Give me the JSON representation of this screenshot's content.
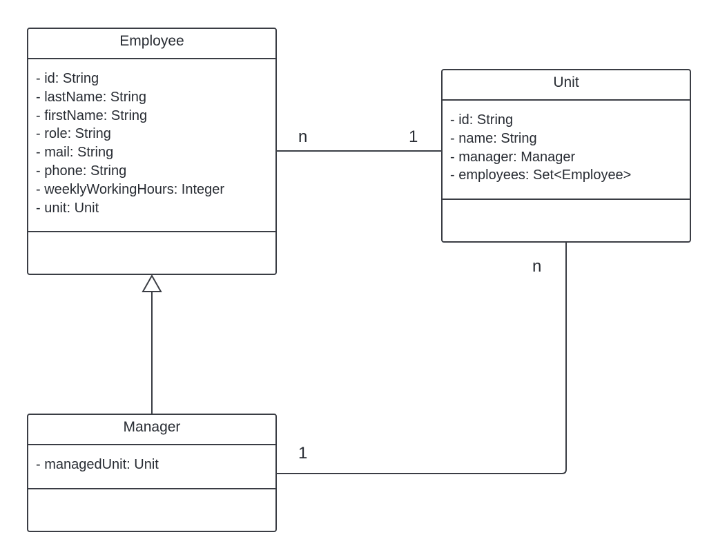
{
  "classes": {
    "employee": {
      "name": "Employee",
      "attributes": [
        "- id: String",
        "- lastName: String",
        "- firstName: String",
        "- role: String",
        "- mail: String",
        "- phone: String",
        "- weeklyWorkingHours: Integer",
        "- unit: Unit"
      ]
    },
    "unit": {
      "name": "Unit",
      "attributes": [
        "- id: String",
        "- name: String",
        "- manager: Manager",
        "- employees: Set<Employee>"
      ]
    },
    "manager": {
      "name": "Manager",
      "attributes": [
        "- managedUnit: Unit"
      ]
    }
  },
  "relationships": {
    "employee_unit": {
      "employee_end": "n",
      "unit_end": "1"
    },
    "manager_unit": {
      "manager_end": "1",
      "unit_end": "n"
    },
    "manager_employee": {
      "type": "generalization"
    }
  },
  "colors": {
    "stroke": "#3a3d44",
    "text": "#282c33",
    "background": "#ffffff"
  }
}
